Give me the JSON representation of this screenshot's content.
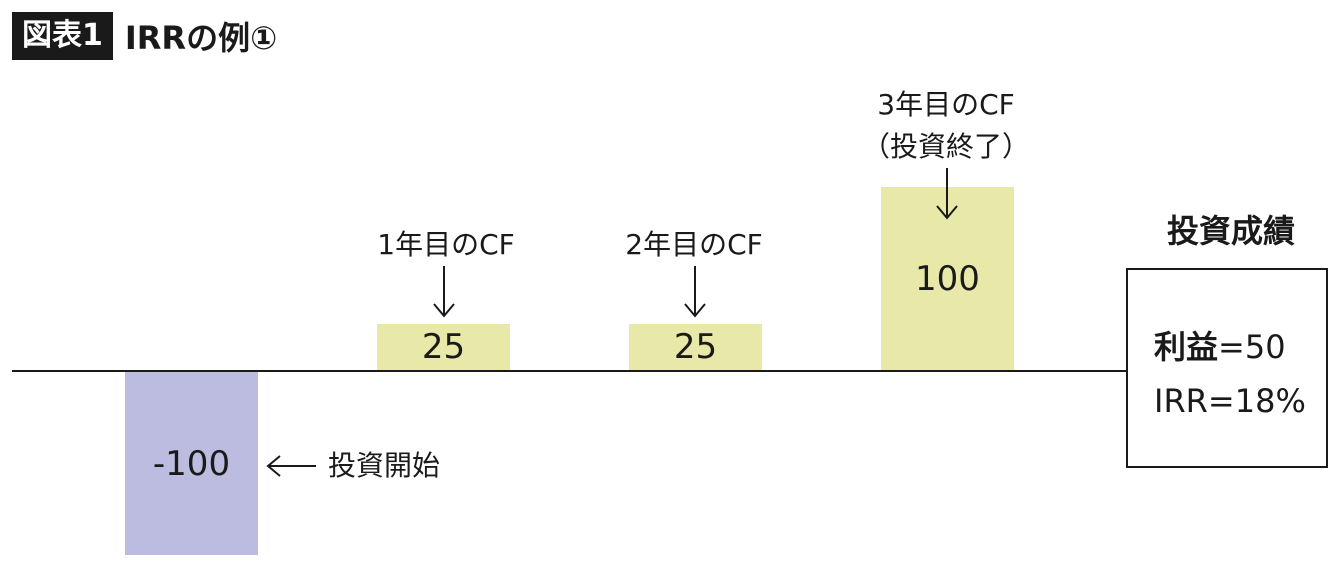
{
  "figure": {
    "tag": "図表1",
    "title": "IRRの例①"
  },
  "chart_data": {
    "type": "bar",
    "categories": [
      "投資開始",
      "1年目",
      "2年目",
      "3年目"
    ],
    "values": [
      -100,
      25,
      25,
      100
    ],
    "bar_labels": [
      "-100",
      "25",
      "25",
      "100"
    ],
    "annotations": [
      "投資開始",
      "1年目のCF",
      "2年目のCF",
      "3年目のCF",
      "（投資終了）"
    ],
    "colors": {
      "positive": "#e8e8a8",
      "negative": "#bcbce0"
    }
  },
  "annotations": {
    "start": "投資開始",
    "year1": "1年目のCF",
    "year2": "2年目のCF",
    "year3_line1": "3年目のCF",
    "year3_line2": "（投資終了）"
  },
  "result": {
    "title": "投資成績",
    "profit_label": "利益",
    "profit_value": "=50",
    "irr_text": "IRR=18%"
  }
}
